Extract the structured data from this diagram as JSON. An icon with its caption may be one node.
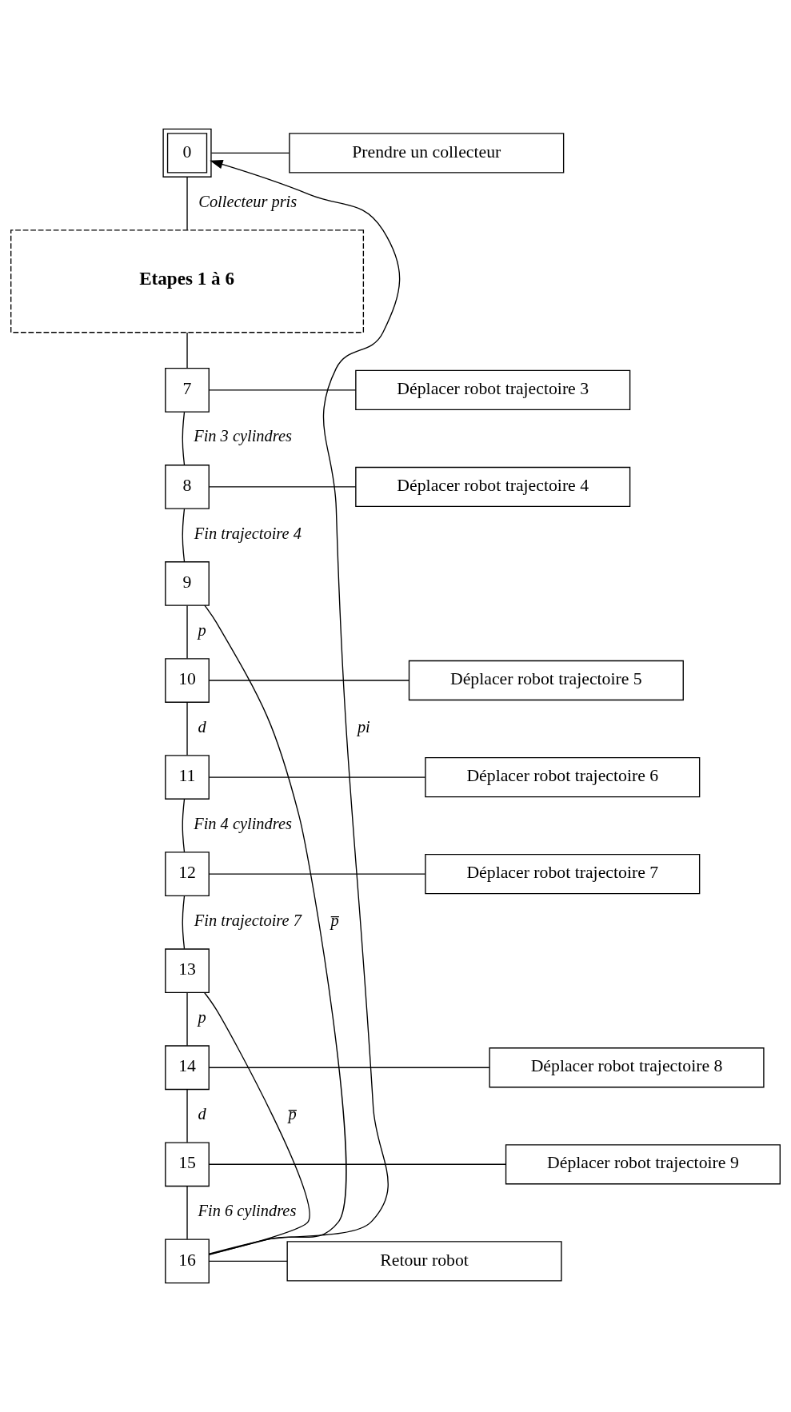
{
  "diagram": {
    "nodes": [
      {
        "text": [
          "0"
        ]
      },
      {
        "text": [
          "Prendre un collecteur"
        ]
      },
      {
        "text": [
          "Etapes 1 à 6"
        ]
      },
      {
        "text": [
          "7"
        ]
      },
      {
        "text": [
          "Déplacer robot trajectoire 3"
        ]
      },
      {
        "text": [
          "8"
        ]
      },
      {
        "text": [
          "Déplacer robot trajectoire 4"
        ]
      },
      {
        "text": [
          "9"
        ]
      },
      {
        "text": [
          "10"
        ]
      },
      {
        "text": [
          "Déplacer robot trajectoire 5"
        ]
      },
      {
        "text": [
          "11"
        ]
      },
      {
        "text": [
          "Déplacer robot trajectoire 6"
        ]
      },
      {
        "text": [
          "12"
        ]
      },
      {
        "text": [
          "Déplacer robot trajectoire 7"
        ]
      },
      {
        "text": [
          "13"
        ]
      },
      {
        "text": [
          "14"
        ]
      },
      {
        "text": [
          "Déplacer robot trajectoire 8"
        ]
      },
      {
        "text": [
          "15"
        ]
      },
      {
        "text": [
          "Déplacer robot trajectoire 9"
        ]
      },
      {
        "text": [
          "16"
        ]
      },
      {
        "text": [
          "Retour robot"
        ]
      }
    ],
    "edges": [
      {
        "from": 0,
        "to": 1,
        "arrow": "none"
      },
      {
        "from": 0,
        "to": 2,
        "arrow": "none",
        "label": "Collecteur pris"
      },
      {
        "from": 2,
        "to": 3,
        "arrow": "none"
      },
      {
        "from": 3,
        "to": 4,
        "arrow": "none"
      },
      {
        "from": 3,
        "to": 5,
        "arrow": "none",
        "label": "Fin 3 cylindres"
      },
      {
        "from": 5,
        "to": 6,
        "arrow": "none"
      },
      {
        "from": 5,
        "to": 7,
        "arrow": "none",
        "label": "Fin trajectoire 4"
      },
      {
        "from": 7,
        "to": 8,
        "arrow": "none",
        "label": "p"
      },
      {
        "from": 7,
        "to": 19,
        "arrow": "none",
        "label": "p̅"
      },
      {
        "from": 8,
        "to": 9,
        "arrow": "none"
      },
      {
        "from": 8,
        "to": 10,
        "arrow": "none",
        "label": "d"
      },
      {
        "from": 10,
        "to": 11,
        "arrow": "none"
      },
      {
        "from": 10,
        "to": 12,
        "arrow": "none",
        "label": "Fin 4 cylindres"
      },
      {
        "from": 12,
        "to": 13,
        "arrow": "none"
      },
      {
        "from": 12,
        "to": 14,
        "arrow": "none",
        "label": "Fin trajectoire 7"
      },
      {
        "from": 14,
        "to": 15,
        "arrow": "none",
        "label": "p"
      },
      {
        "from": 14,
        "to": 19,
        "arrow": "none",
        "label": "p̅"
      },
      {
        "from": 15,
        "to": 16,
        "arrow": "none"
      },
      {
        "from": 15,
        "to": 17,
        "arrow": "none",
        "label": "d"
      },
      {
        "from": 17,
        "to": 18,
        "arrow": "none"
      },
      {
        "from": 17,
        "to": 19,
        "arrow": "none",
        "label": "Fin 6 cylindres"
      },
      {
        "from": 19,
        "to": 20,
        "arrow": "none"
      },
      {
        "from": 19,
        "to": 0,
        "arrow": "to",
        "label": "pi"
      }
    ]
  }
}
